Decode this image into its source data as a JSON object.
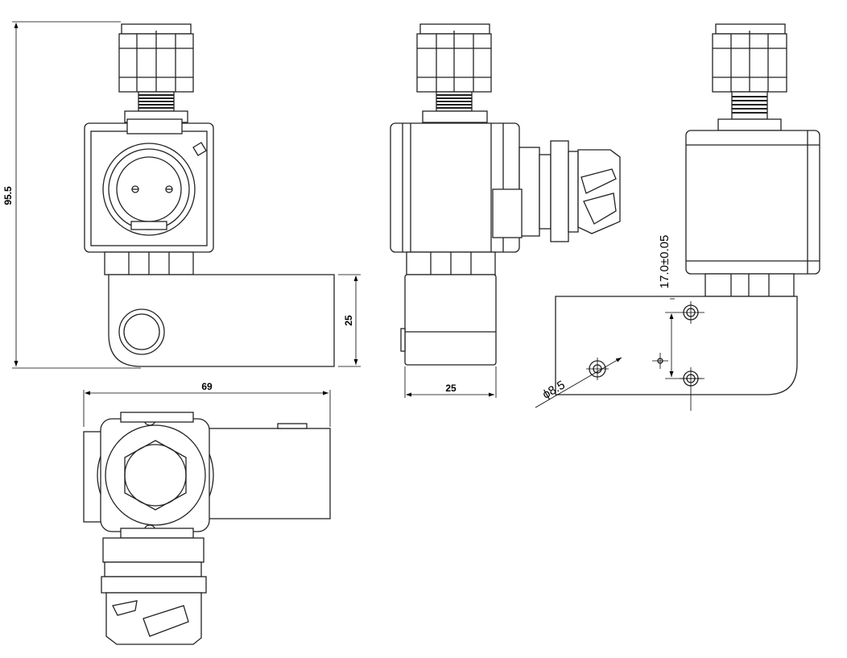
{
  "drawing": {
    "dimensions": {
      "overall_height": "95.5",
      "bracket_height": "25",
      "overall_width": "69",
      "side_width": "25",
      "hole_spacing": "17.0±0.05",
      "hole_diameter": "ϕ8.5"
    }
  }
}
